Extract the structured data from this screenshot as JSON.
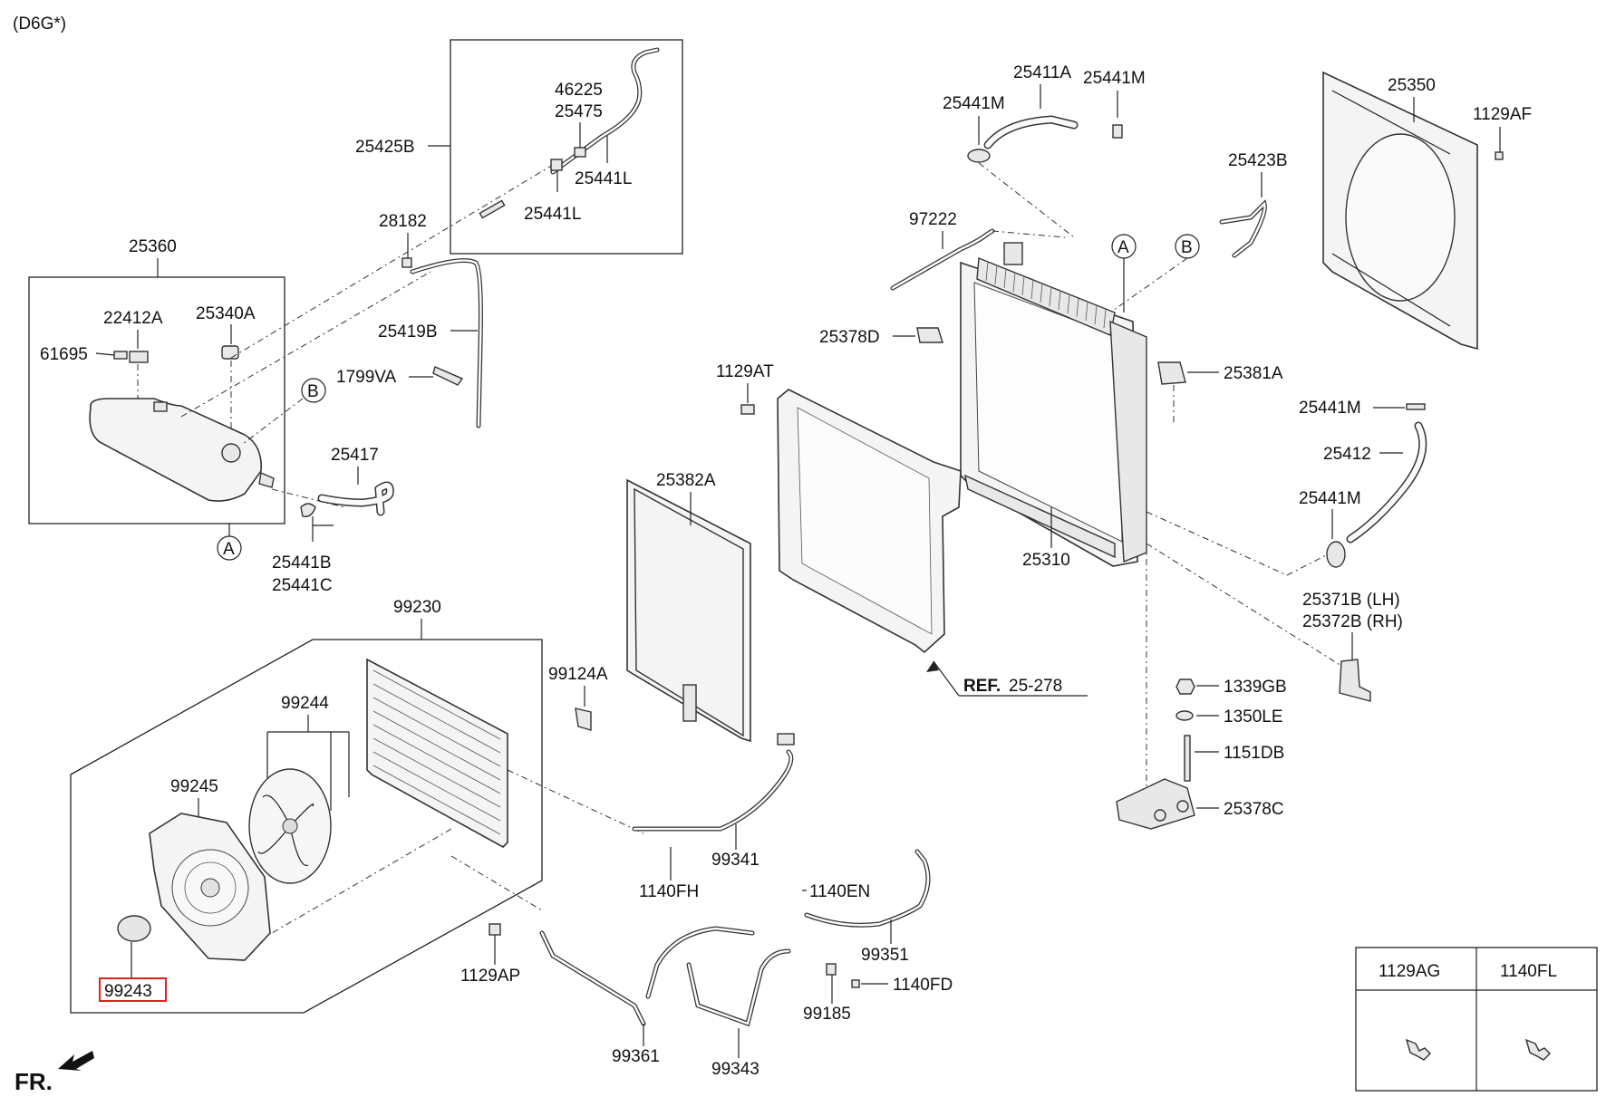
{
  "header": {
    "model_code": "(D6G*)"
  },
  "footer": {
    "direction_label": "FR."
  },
  "reference": {
    "prefix": "REF.",
    "number": "25-278"
  },
  "circle_markers": {
    "a": "A",
    "b": "B"
  },
  "highlighted_part": "99243",
  "parts": {
    "p25360": "25360",
    "p22412A": "22412A",
    "p25340A": "25340A",
    "p61695": "61695",
    "p25425B": "25425B",
    "p46225": "46225",
    "p25475": "25475",
    "p25441L_1": "25441L",
    "p25441L_2": "25441L",
    "p28182": "28182",
    "p25419B": "25419B",
    "p1799VA": "1799VA",
    "p25417": "25417",
    "p25441B": "25441B",
    "p25441C": "25441C",
    "p25411A": "25411A",
    "p25441M_1": "25441M",
    "p25441M_2": "25441M",
    "p25350": "25350",
    "p1129AF": "1129AF",
    "p25423B": "25423B",
    "p97222": "97222",
    "p25378D": "25378D",
    "p1129AT": "1129AT",
    "p25381A": "25381A",
    "p25441M_3": "25441M",
    "p25412": "25412",
    "p25441M_4": "25441M",
    "p25382A": "25382A",
    "p25310": "25310",
    "p25371B": "25371B (LH)",
    "p25372B": "25372B (RH)",
    "p99230": "99230",
    "p99124A": "99124A",
    "p99244": "99244",
    "p99245": "99245",
    "p99243": "99243",
    "p1339GB": "1339GB",
    "p1350LE": "1350LE",
    "p1151DB": "1151DB",
    "p25378C": "25378C",
    "p99341": "99341",
    "p1140FH": "1140FH",
    "p1140EN": "1140EN",
    "p99351": "99351",
    "p1129AP": "1129AP",
    "p99361": "99361",
    "p99343": "99343",
    "p99185": "99185",
    "p1140FD": "1140FD"
  },
  "fastener_table": {
    "col1": "1129AG",
    "col2": "1140FL"
  }
}
